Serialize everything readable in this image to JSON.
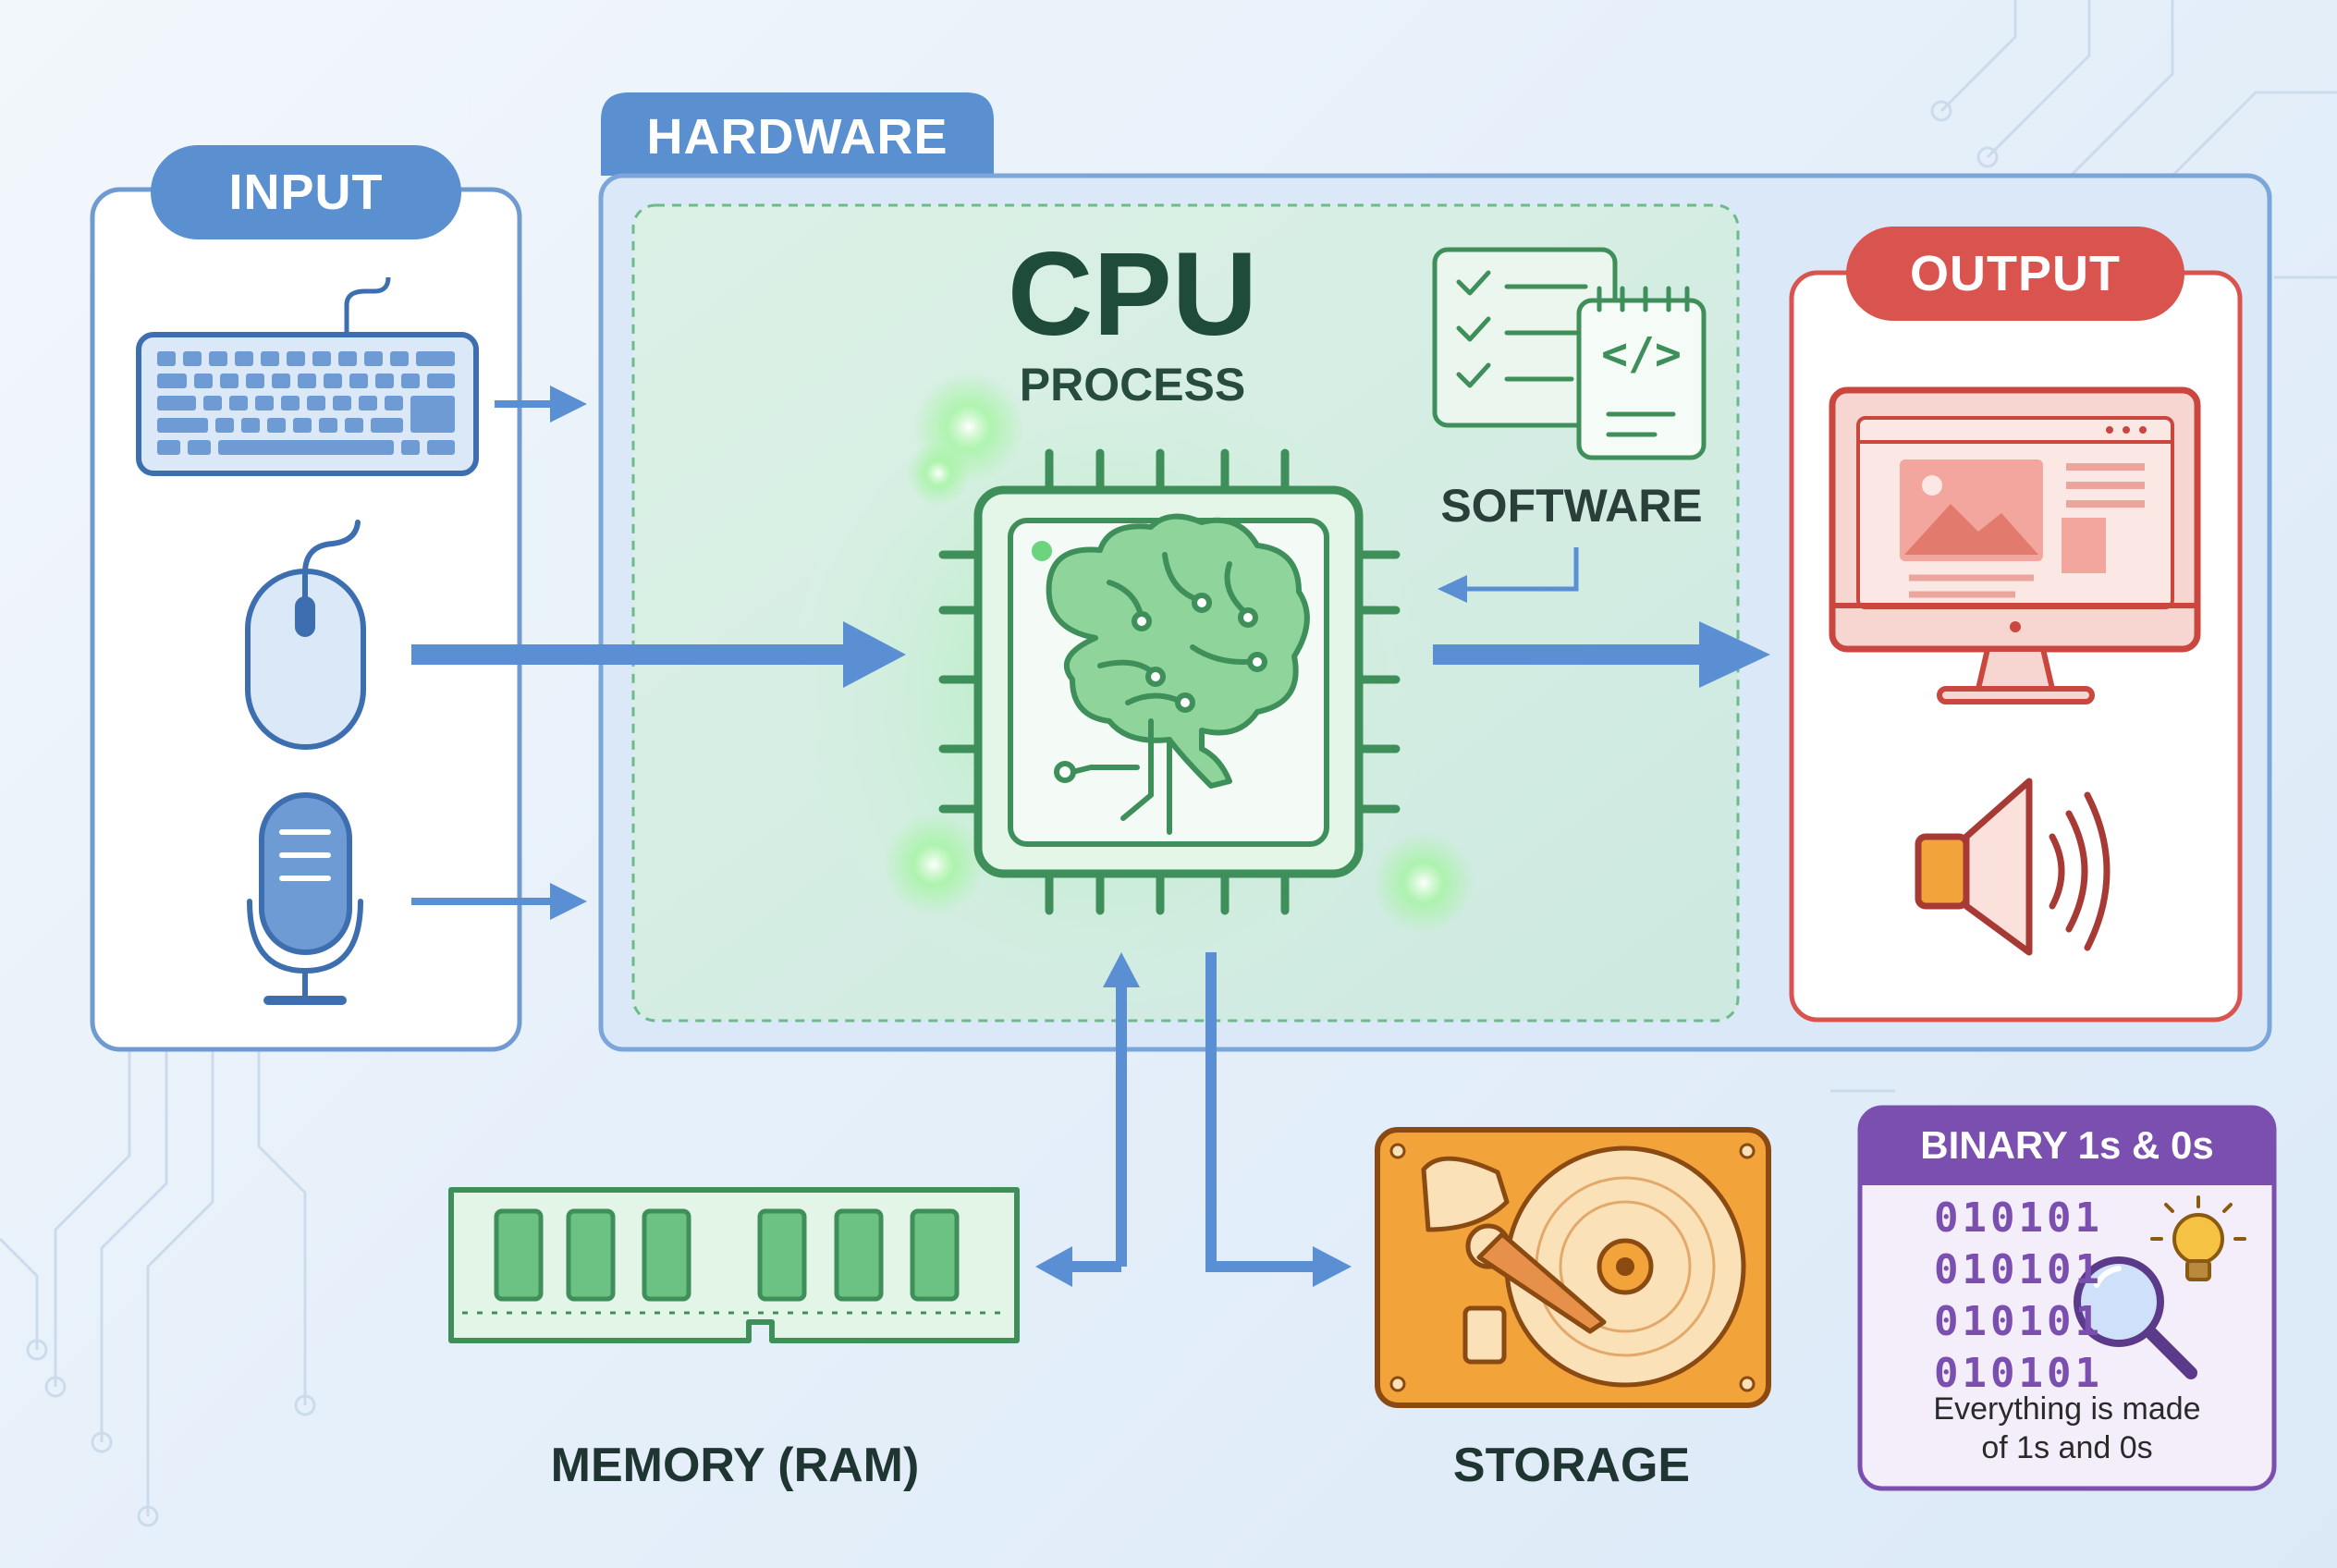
{
  "input": {
    "label": "INPUT"
  },
  "hardware": {
    "label": "HARDWARE"
  },
  "cpu": {
    "title": "CPU",
    "subtitle": "PROCESS"
  },
  "software": {
    "label": "SOFTWARE",
    "code_glyph": "</>"
  },
  "output": {
    "label": "OUTPUT"
  },
  "memory": {
    "label": "MEMORY (RAM)"
  },
  "storage": {
    "label": "STORAGE"
  },
  "binary": {
    "title": "BINARY 1s & 0s",
    "rows": [
      "010101",
      "010101",
      "010101",
      "010101"
    ],
    "caption_line1": "Everything is made",
    "caption_line2": "of 1s and 0s"
  },
  "colors": {
    "input_blue": "#4f86c6",
    "hardware_blue": "#5a8fd0",
    "cpu_green": "#3f8f5a",
    "output_red": "#d9534f",
    "storage_orange": "#f2a33a",
    "binary_purple": "#7b4fb0",
    "arrow_blue": "#5b8fd4"
  }
}
